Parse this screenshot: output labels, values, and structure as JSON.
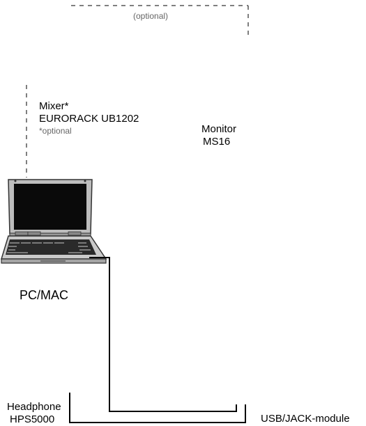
{
  "labels": {
    "optional_top": "(optional)",
    "mixer_line1": "Mixer*",
    "mixer_line2": "EURORACK UB1202",
    "mixer_note": "*optional",
    "monitor_line1": "Monitor",
    "monitor_line2": "MS16",
    "pc": "PC/MAC",
    "headphone_line1": "Headphone",
    "headphone_line2": "HPS5000",
    "usb_module": "USB/JACK-module"
  },
  "colors": {
    "line": "#000000",
    "dashed": "#444444",
    "muted_text": "#666666",
    "laptop_body": "#c9c9c9",
    "laptop_screen": "#0a0a0a",
    "keyboard": "#222222"
  },
  "icons": {
    "computer": "laptop-icon"
  }
}
